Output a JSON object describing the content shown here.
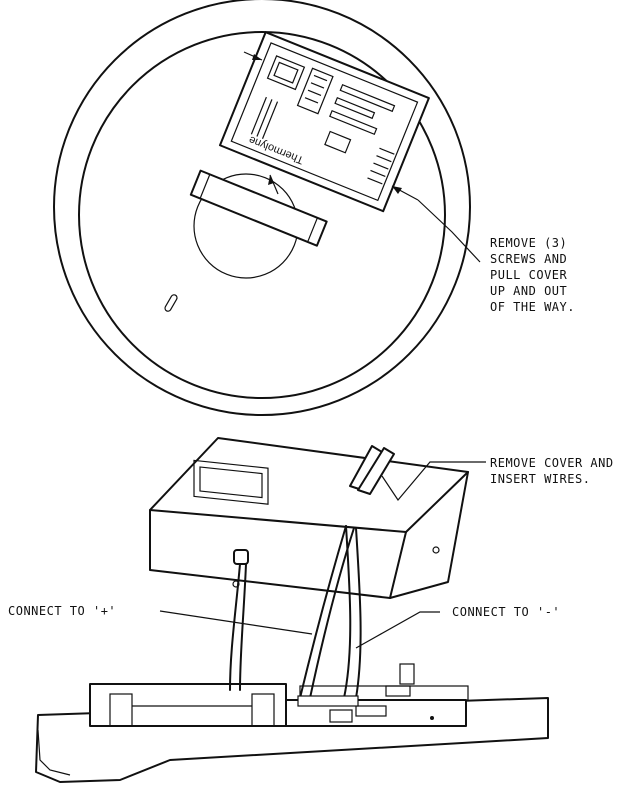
{
  "callouts": {
    "remove_screws": [
      "REMOVE (3)",
      "SCREWS AND",
      "PULL COVER",
      "UP AND OUT",
      "OF THE WAY."
    ],
    "remove_cover": [
      "REMOVE COVER AND",
      "INSERT WIRES."
    ],
    "connect_plus": "CONNECT TO '+'",
    "connect_minus": "CONNECT TO '-'"
  },
  "cover_label": "Thermolyne",
  "colors": {
    "ink": "#111111",
    "paper": "#ffffff"
  }
}
